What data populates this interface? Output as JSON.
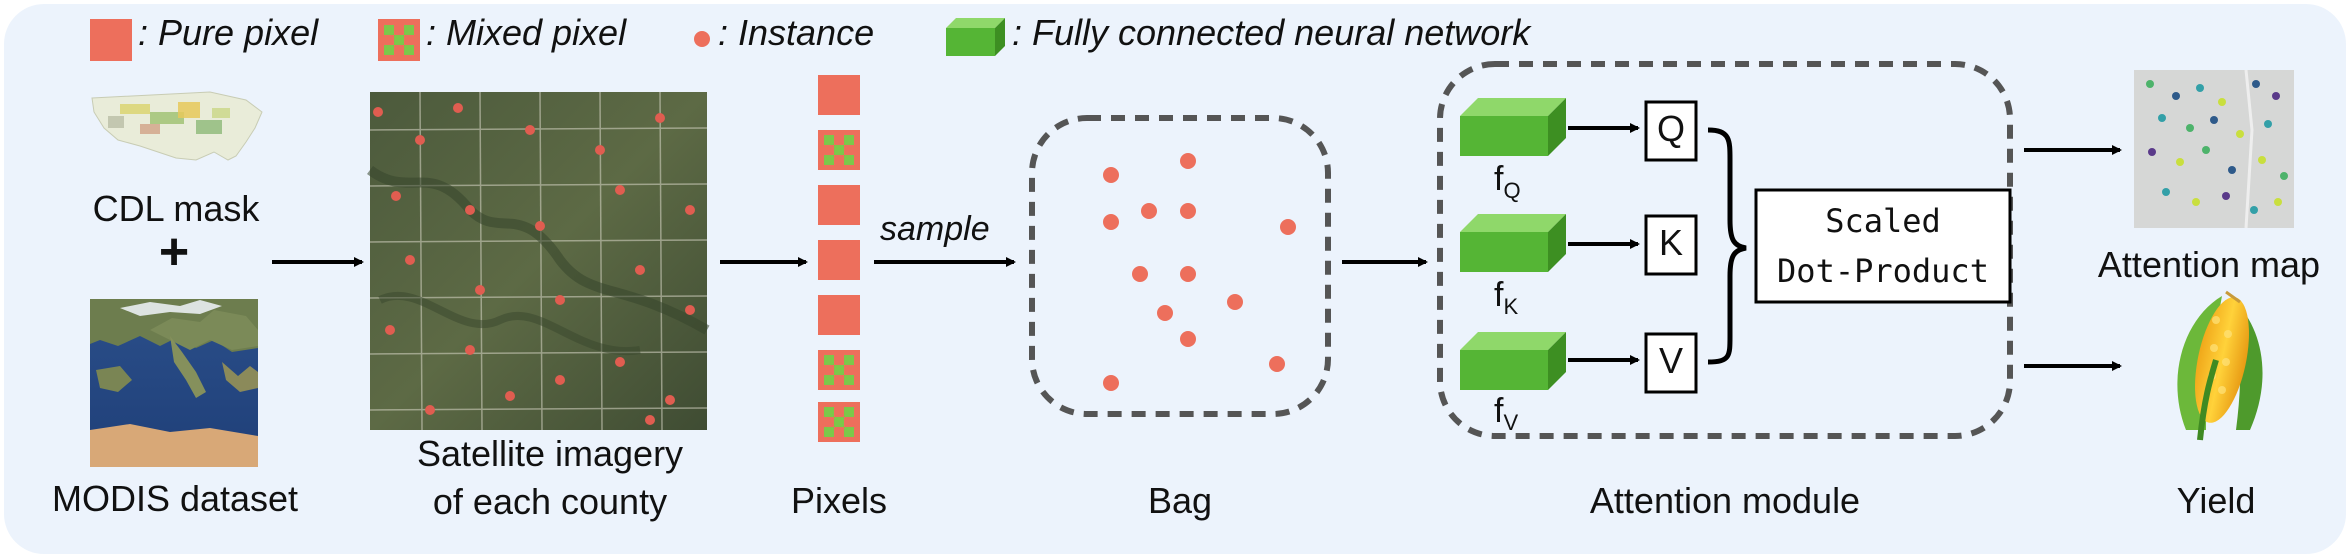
{
  "legend": {
    "pure_pixel": ": Pure pixel",
    "mixed_pixel": ": Mixed pixel",
    "instance": ": Instance",
    "fcnn": ": Fully connected neural network"
  },
  "inputs": {
    "cdl_mask": "CDL mask",
    "plus": "+",
    "modis": "MODIS dataset"
  },
  "satellite": {
    "caption_line1": "Satellite imagery",
    "caption_line2": "of each county"
  },
  "pixels": {
    "caption": "Pixels"
  },
  "sample_label": "sample",
  "bag": {
    "caption": "Bag"
  },
  "attention": {
    "caption": "Attention module",
    "fq": "f",
    "fq_sub": "Q",
    "fk": "f",
    "fk_sub": "K",
    "fv": "f",
    "fv_sub": "V",
    "q": "Q",
    "k": "K",
    "v": "V",
    "scaled_line1": "Scaled",
    "scaled_line2": "Dot-Product"
  },
  "outputs": {
    "attention_map": "Attention map",
    "yield": "Yield"
  },
  "colors": {
    "panel_bg": "#ecf3fc",
    "pixel_red": "#ed6f5c",
    "pixel_green": "#7cc84a",
    "cube_green": "#55b535",
    "dot_red": "#ed6f5c"
  }
}
